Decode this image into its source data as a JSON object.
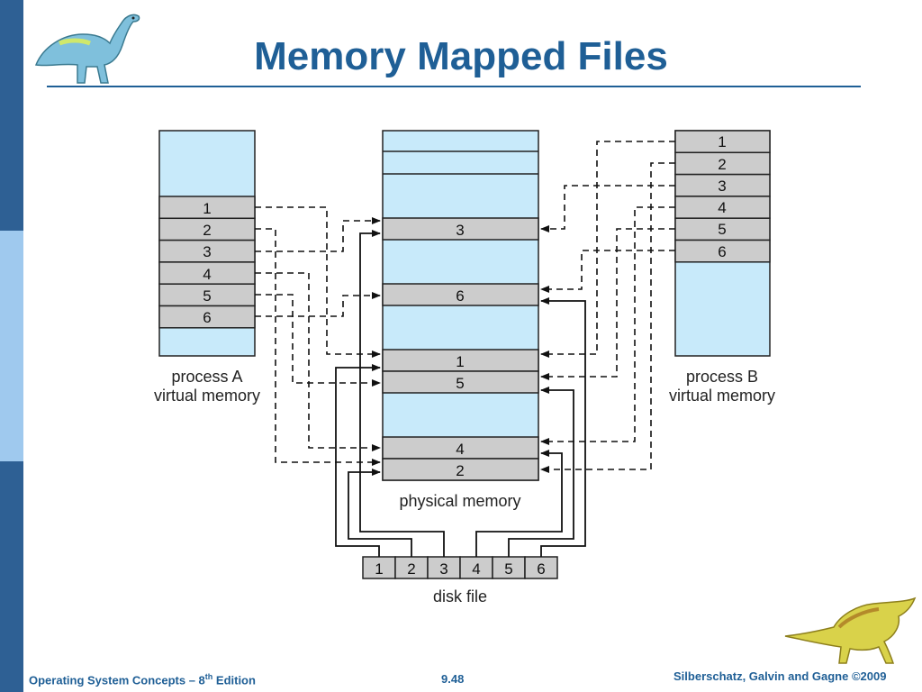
{
  "slide": {
    "title": "Memory Mapped Files",
    "footer_left_prefix": "Operating System Concepts – 8",
    "footer_left_sup": "th",
    "footer_left_suffix": " Edition",
    "footer_center": "9.48",
    "footer_right": "Silberschatz, Galvin and Gagne ©2009"
  },
  "diagram": {
    "process_a": {
      "pages": [
        "1",
        "2",
        "3",
        "4",
        "5",
        "6"
      ],
      "label_line1": "process A",
      "label_line2": "virtual memory"
    },
    "process_b": {
      "pages": [
        "1",
        "2",
        "3",
        "4",
        "5",
        "6"
      ],
      "label_line1": "process B",
      "label_line2": "virtual memory"
    },
    "physical_memory": {
      "frames": [
        "3",
        "6",
        "1",
        "5",
        "4",
        "2"
      ],
      "label": "physical memory"
    },
    "disk_file": {
      "blocks": [
        "1",
        "2",
        "3",
        "4",
        "5",
        "6"
      ],
      "label": "disk file"
    }
  },
  "colors": {
    "slide_accent": "#1f5f96",
    "free_region": "#c8eafa",
    "page_fill": "#cccccc",
    "bar_dark": "#2e6094",
    "bar_light": "#9fc9ee"
  },
  "icons": [
    "dinosaur-logo-icon",
    "dinosaur-footer-icon"
  ]
}
